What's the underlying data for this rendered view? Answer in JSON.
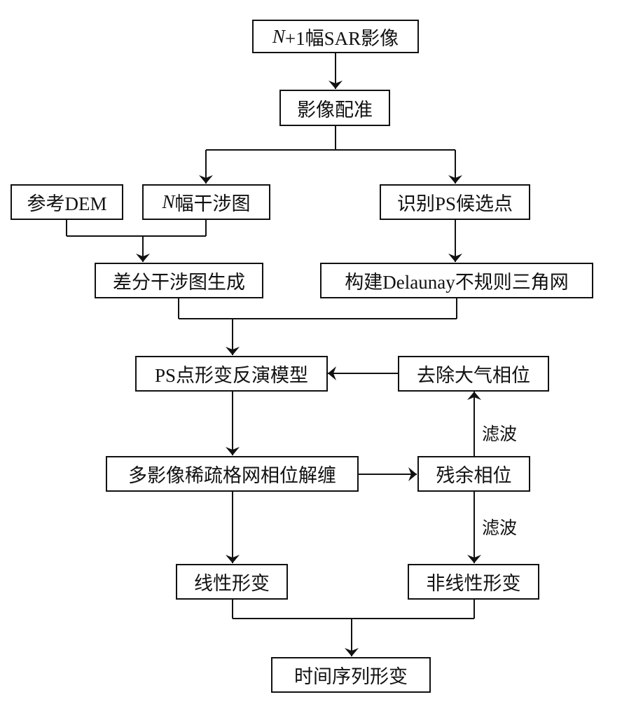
{
  "diagram": {
    "type": "flowchart",
    "nodes": {
      "sar_images": {
        "prefix_italic": "N",
        "text": "+1幅SAR影像"
      },
      "registration": {
        "text": "影像配准"
      },
      "reference_dem": {
        "text": "参考DEM"
      },
      "interferograms": {
        "prefix_italic": "N",
        "text": "幅干涉图"
      },
      "ps_candidates": {
        "text": "识别PS候选点"
      },
      "diff_interferogram": {
        "text": "差分干涉图生成"
      },
      "delaunay": {
        "text": "构建Delaunay不规则三角网"
      },
      "ps_inversion": {
        "text": "PS点形变反演模型"
      },
      "remove_atmos": {
        "text": "去除大气相位"
      },
      "unwrapping": {
        "text": "多影像稀疏格网相位解缠"
      },
      "residual_phase": {
        "text": "残余相位"
      },
      "linear_def": {
        "text": "线性形变"
      },
      "nonlinear_def": {
        "text": "非线性形变"
      },
      "time_series": {
        "text": "时间序列形变"
      }
    },
    "edge_labels": {
      "filter_up": "滤波",
      "filter_down": "滤波"
    },
    "edges": [
      [
        "sar_images",
        "registration"
      ],
      [
        "registration",
        "interferograms"
      ],
      [
        "registration",
        "ps_candidates"
      ],
      [
        "reference_dem",
        "diff_interferogram"
      ],
      [
        "interferograms",
        "diff_interferogram"
      ],
      [
        "ps_candidates",
        "delaunay"
      ],
      [
        "diff_interferogram",
        "ps_inversion"
      ],
      [
        "delaunay",
        "ps_inversion"
      ],
      [
        "remove_atmos",
        "ps_inversion"
      ],
      [
        "ps_inversion",
        "unwrapping"
      ],
      [
        "unwrapping",
        "residual_phase"
      ],
      [
        "residual_phase",
        "remove_atmos",
        "滤波"
      ],
      [
        "residual_phase",
        "nonlinear_def",
        "滤波"
      ],
      [
        "unwrapping",
        "linear_def"
      ],
      [
        "linear_def",
        "time_series"
      ],
      [
        "nonlinear_def",
        "time_series"
      ]
    ]
  }
}
